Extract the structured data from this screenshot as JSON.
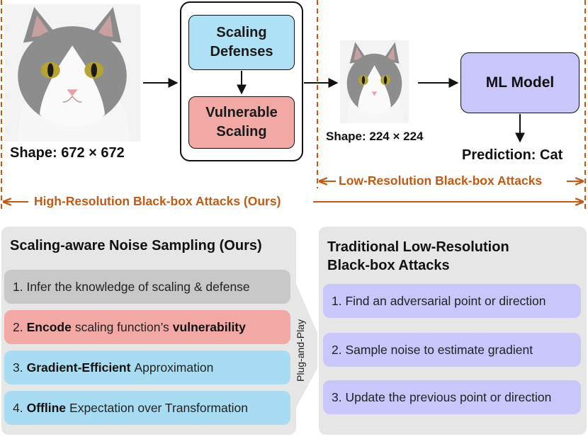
{
  "top": {
    "left_shape": "Shape: 672 × 672",
    "right_shape": "Shape: 224 × 224",
    "scaling_defenses": "Scaling Defenses",
    "vulnerable_scaling": "Vulnerable Scaling",
    "ml_model": "ML Model",
    "prediction": "Prediction: Cat",
    "low_res_label": "Low-Resolution Black-box Attacks",
    "high_res_label": "High-Resolution Black-box Attacks (Ours)"
  },
  "left_panel": {
    "title": "Scaling-aware Noise Sampling (Ours)",
    "step1": "1. Infer the knowledge of scaling & defense",
    "step2_prefix": "2.",
    "step2_bold1": "Encode",
    "step2_mid": "scaling function’s",
    "step2_bold2": "vulnerability",
    "step3_prefix": "3.",
    "step3_bold": "Gradient-Efficient",
    "step3_rest": "Approximation",
    "step4_prefix": "4.",
    "step4_bold": "Offline",
    "step4_rest": "Expectation over Transformation"
  },
  "connector": {
    "label": "Plug-and-Play"
  },
  "right_panel": {
    "title_line1": "Traditional Low-Resolution",
    "title_line2": "Black-box Attacks",
    "step1": "1. Find an adversarial point or direction",
    "step2": "2. Sample noise to estimate gradient",
    "step3": "3. Update the previous point or direction"
  },
  "colors": {
    "orange": "#c05a14",
    "gray_step": "#c8c8c8",
    "pink_step": "#f2a9a6",
    "blue_step": "#a8dcf2",
    "purple_step": "#c9c6fb",
    "panel_bg": "#e6e6e6"
  }
}
